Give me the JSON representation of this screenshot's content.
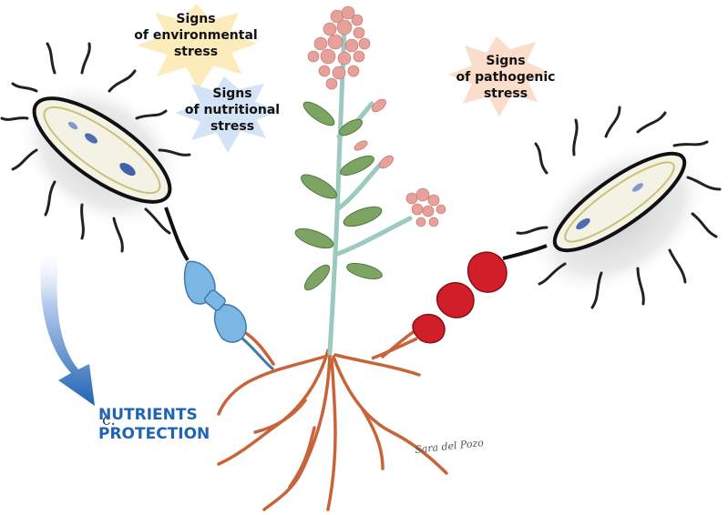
{
  "labels": {
    "environmental": "Signs\nof environmental\nstress",
    "nutritional": "Signs\nof nutritional\nstress",
    "pathogenic": "Signs\nof pathogenic\nstress"
  },
  "outcome": {
    "line1": "NUTRIENTS",
    "line2": "PROTECTION"
  },
  "stray_text": "c.",
  "signature": "Sara del Pozo",
  "colors": {
    "outcome_blue": "#1f64b4",
    "beneficial_connector": "#7cb6e4",
    "pathogen_connector": "#d11f2a",
    "roots": "#c8643a",
    "stem": "#9cc9c0",
    "flowers": "#e8a19a",
    "leaves": "#7ea463",
    "burst_yellow": "#fbe9b0",
    "burst_blue": "#cfe0f4",
    "burst_peach": "#fbd9c6"
  }
}
